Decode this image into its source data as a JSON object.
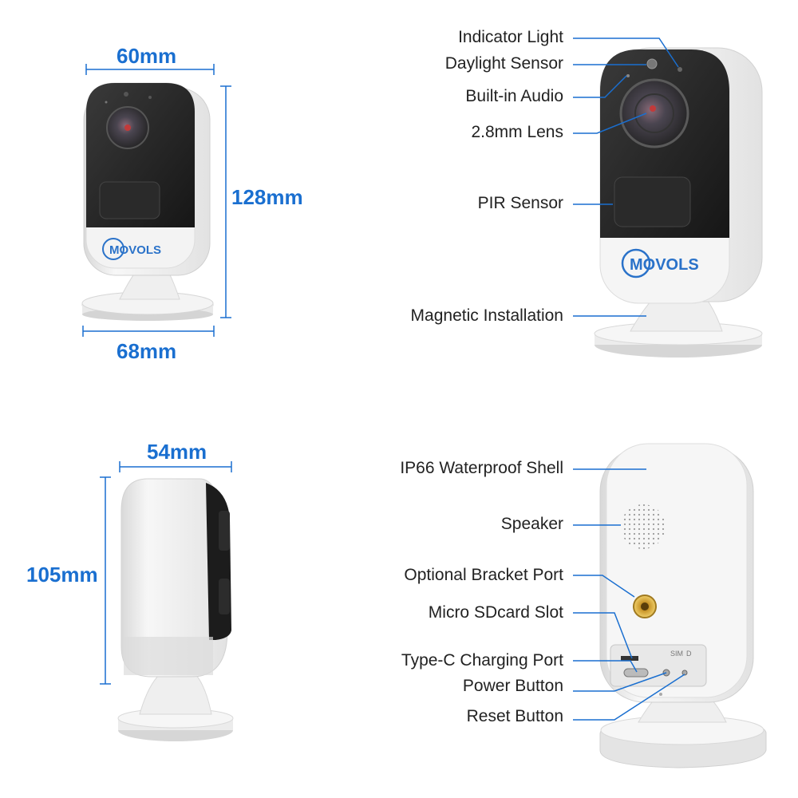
{
  "dimensions": {
    "front_width_top": "60mm",
    "front_width_bottom": "68mm",
    "front_height": "128mm",
    "side_depth": "54mm",
    "side_height": "105mm"
  },
  "brand": {
    "logo_text": "MOVOLS",
    "accent_color": "#1a6fd0"
  },
  "front_labels": [
    "Indicator Light",
    "Daylight Sensor",
    "Built-in Audio",
    "2.8mm Lens",
    "PIR Sensor",
    "Magnetic Installation"
  ],
  "back_labels": [
    "IP66 Waterproof Shell",
    "Speaker",
    "Optional Bracket Port",
    "Micro SDcard Slot",
    "Type-C Charging Port",
    "Power Button",
    "Reset Button"
  ],
  "port_markings": {
    "sim": "SIM",
    "sd": "D"
  }
}
